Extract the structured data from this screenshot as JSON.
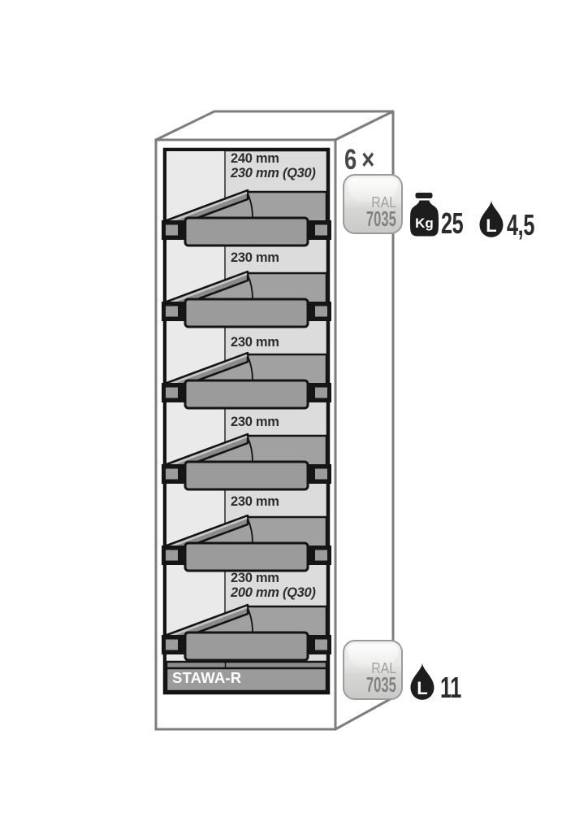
{
  "cabinet": {
    "quantity_label": "6 ×",
    "shelves": [
      {
        "height": "240 mm",
        "height_q30": "230 mm (Q30)"
      },
      {
        "height": "230 mm"
      },
      {
        "height": "230 mm"
      },
      {
        "height": "230 mm"
      },
      {
        "height": "230 mm"
      },
      {
        "height": "230 mm",
        "height_q30": "200 mm (Q30)"
      }
    ],
    "sump_label": "STAWA-R"
  },
  "annotations": {
    "top": {
      "ral": {
        "prefix": "RAL",
        "code": "7035"
      },
      "load": {
        "unit": "Kg",
        "value": "25"
      },
      "volume": {
        "unit": "L",
        "value": "4,5"
      }
    },
    "bottom": {
      "ral": {
        "prefix": "RAL",
        "code": "7035"
      },
      "volume": {
        "unit": "L",
        "value": "11"
      }
    }
  },
  "colors": {
    "ral_7035_badge": "#d7d7d5",
    "tray_gray": "#9b9b9b",
    "back_wall": "#dcdcdc",
    "outline_gray": "#7d7d7d",
    "icon_black": "#1d1d1d"
  }
}
